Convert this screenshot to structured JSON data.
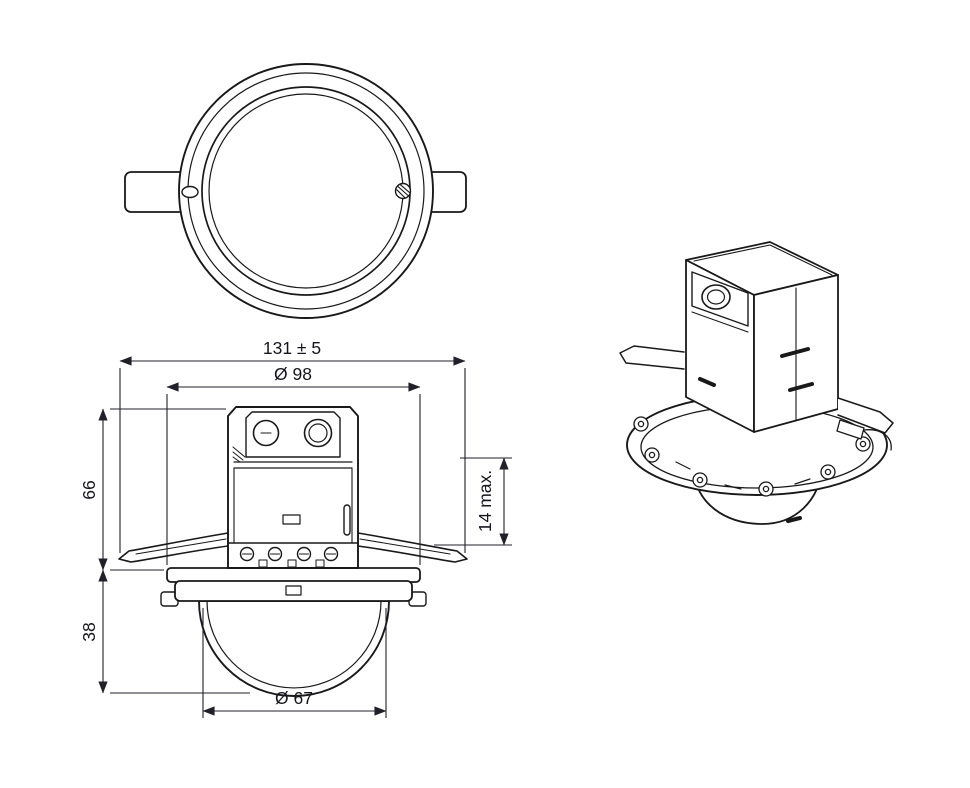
{
  "drawing": {
    "overall_width": "131 ± 5",
    "flange_diameter": "Ø 98",
    "housing_height": "66",
    "dome_height": "38",
    "ceiling_thickness": "14 max.",
    "dome_diameter": "Ø 67"
  }
}
